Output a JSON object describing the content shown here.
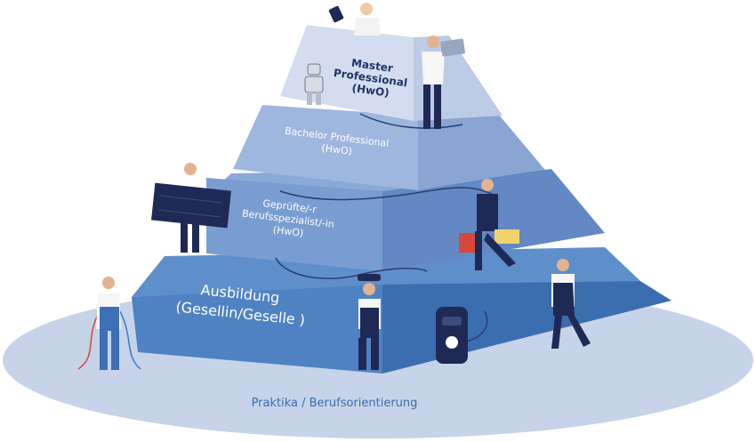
{
  "tiers": {
    "master": [
      "Master",
      "Professional",
      "(HwO)"
    ],
    "bachelor": [
      "Bachelor Professional",
      "(HwO)"
    ],
    "geprueft": [
      "Geprüfte/-r",
      "Berufsspezialist/-in",
      "(HwO)"
    ],
    "ausbildung": [
      "Ausbildung",
      "(Gesellin/Geselle )"
    ]
  },
  "base_label": "Praktika / Berufsorientierung",
  "colors": {
    "ellipse": "#c7d3e9",
    "tier1_front": "#4f82c3",
    "tier1_side": "#3b6eaf",
    "tier2_front": "#7a9dd1",
    "tier2_side": "#6388c3",
    "tier3_front": "#9fb6de",
    "tier3_side": "#8aa5d4",
    "tier4_front": "#d3ddef",
    "tier4_side": "#bccbe6",
    "master_text": "#1f3566",
    "overalls": "#1e2a55"
  }
}
